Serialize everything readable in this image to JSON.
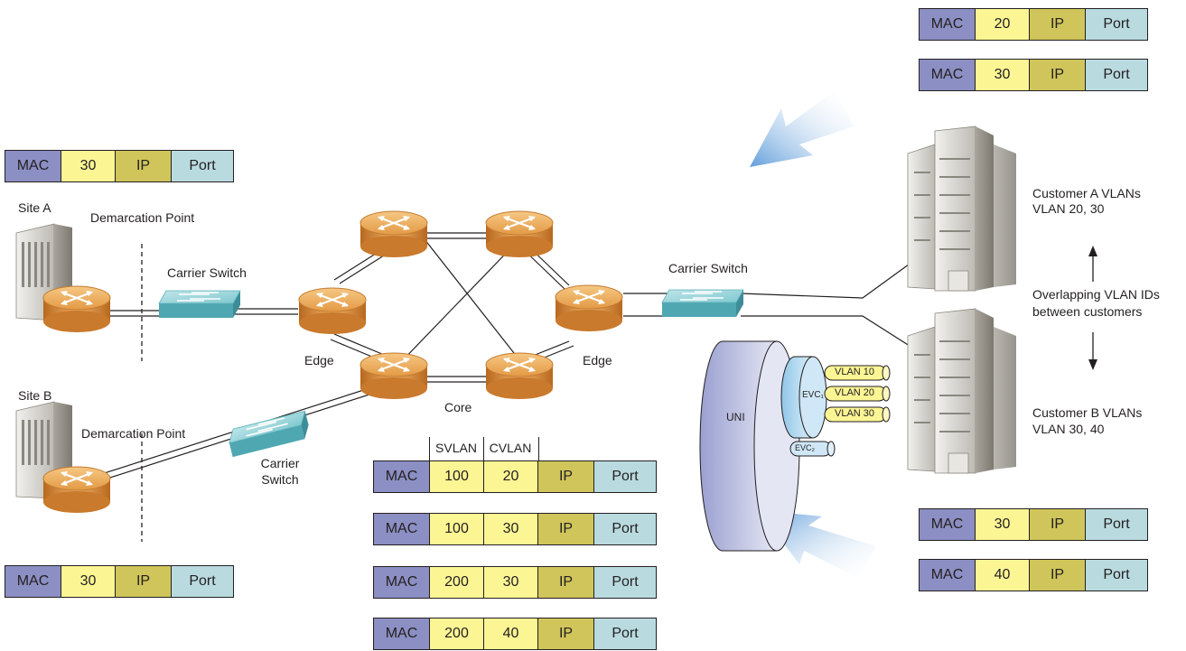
{
  "colors": {
    "mac": "#8c8fc3",
    "tag": "#fbf594",
    "ip": "#cfc55a",
    "port": "#b9dbe0",
    "router": "#e8a24a",
    "switch": "#7ec8cf",
    "arrow": "#5b9bd5"
  },
  "frame_fields": {
    "mac": "MAC",
    "ip": "IP",
    "port": "Port"
  },
  "frames": {
    "top_right_1": {
      "tag": "20"
    },
    "top_right_2": {
      "tag": "30"
    },
    "site_a": {
      "tag": "30"
    },
    "site_b": {
      "tag": "30"
    },
    "bottom_right_1": {
      "tag": "30"
    },
    "bottom_right_2": {
      "tag": "40"
    }
  },
  "core_frames": {
    "headers": {
      "svlan": "SVLAN",
      "cvlan": "CVLAN"
    },
    "rows": [
      {
        "svlan": "100",
        "cvlan": "20"
      },
      {
        "svlan": "100",
        "cvlan": "30"
      },
      {
        "svlan": "200",
        "cvlan": "30"
      },
      {
        "svlan": "200",
        "cvlan": "40"
      }
    ]
  },
  "labels": {
    "site_a": "Site A",
    "site_b": "Site B",
    "demarc_a": "Demarcation Point",
    "demarc_b": "Demarcation Point",
    "carrier_switch_a": "Carrier Switch",
    "carrier_switch_b_1": "Carrier",
    "carrier_switch_b_2": "Switch",
    "carrier_switch_right": "Carrier Switch",
    "edge_left": "Edge",
    "edge_right": "Edge",
    "core": "Core",
    "customer_a_1": "Customer A VLANs",
    "customer_a_2": "VLAN 20, 30",
    "overlap_1": "Overlapping VLAN IDs",
    "overlap_2": "between customers",
    "customer_b_1": "Customer B VLANs",
    "customer_b_2": "VLAN 30, 40"
  },
  "uni": {
    "uni": "UNI",
    "evc1": "EVC₁",
    "evc2": "EVC₂",
    "vlans": [
      "VLAN 10",
      "VLAN 20",
      "VLAN 30"
    ]
  }
}
